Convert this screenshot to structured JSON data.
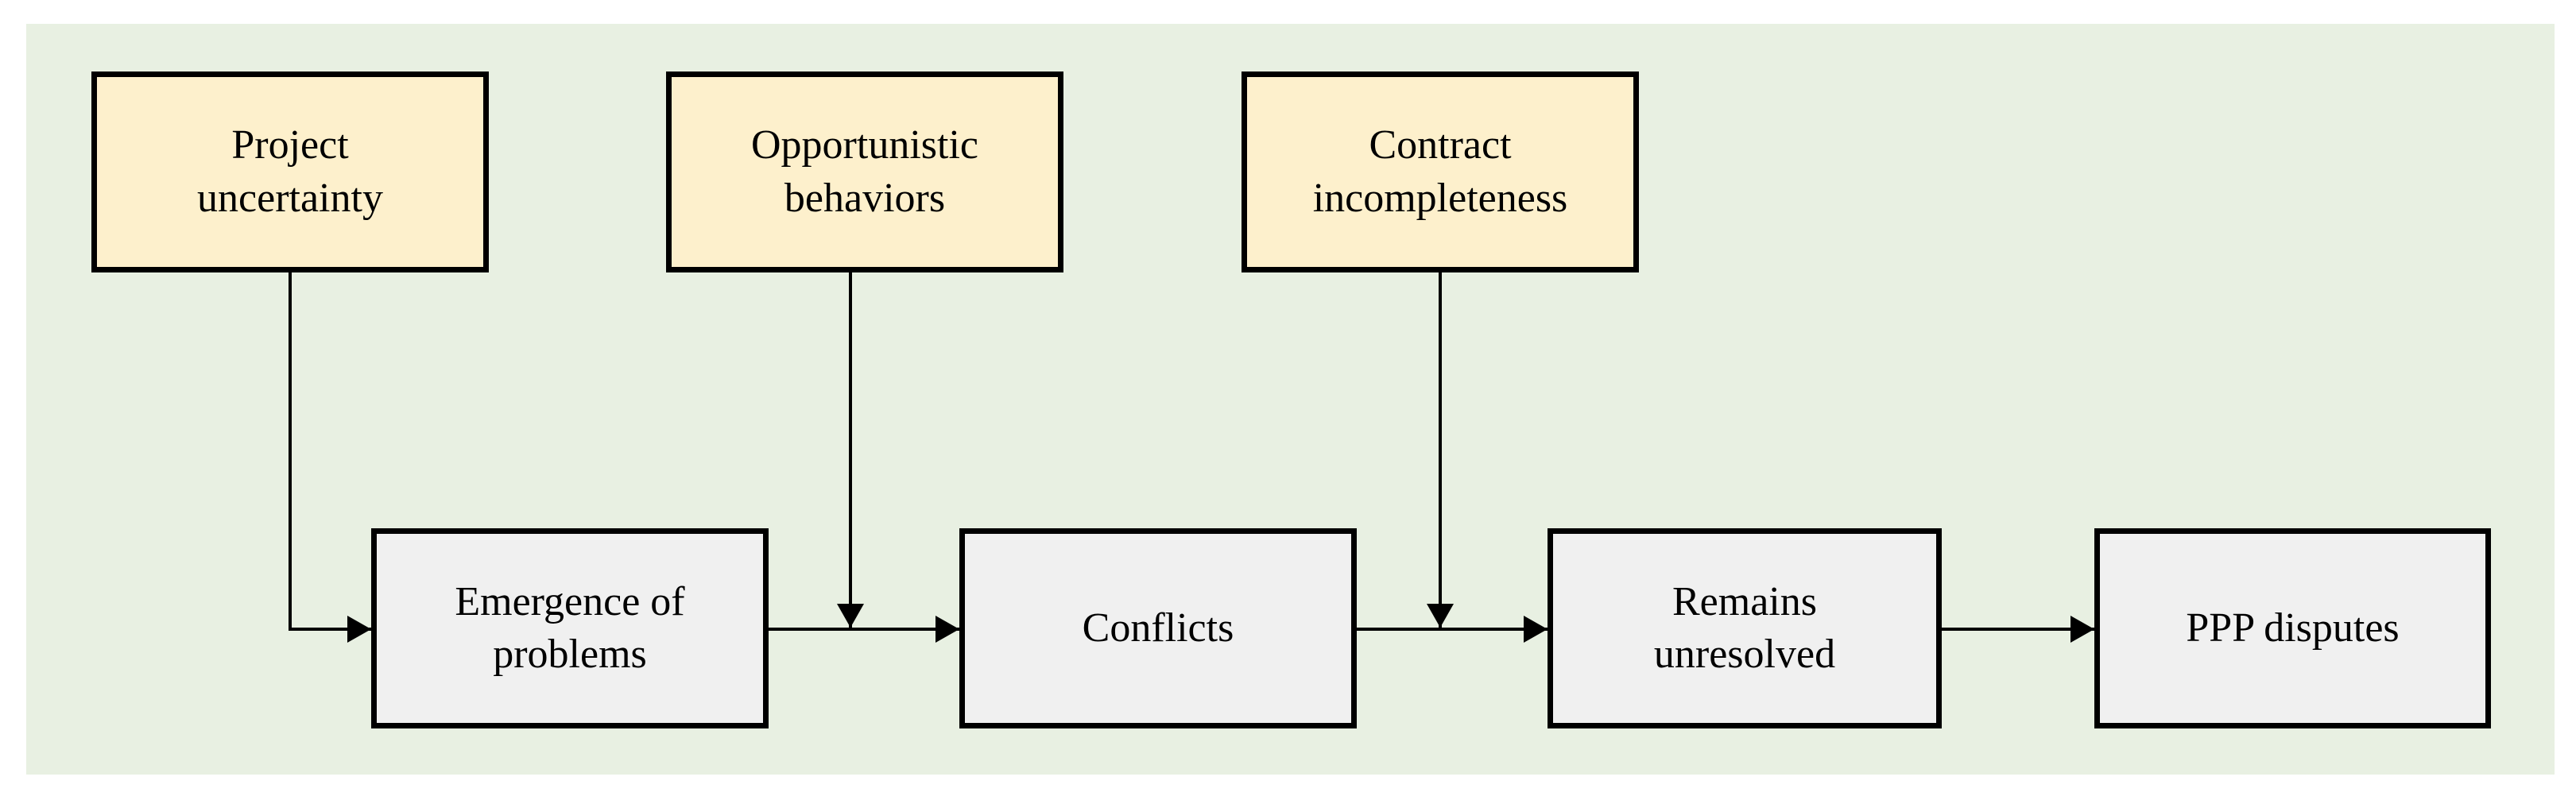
{
  "figure": {
    "type": "flowchart",
    "styles": {
      "panel_fill": "#e8f0e2",
      "cause_fill": "#fdf0cc",
      "stage_fill": "#f0f0f0",
      "border_color": "#000000",
      "arrow_color": "#000000",
      "text_color": "#000000"
    },
    "causes": [
      {
        "label": "Project\nuncertainty"
      },
      {
        "label": "Opportunistic\nbehaviors"
      },
      {
        "label": "Contract\nincompleteness"
      }
    ],
    "stages": [
      {
        "label": "Emergence of\nproblems"
      },
      {
        "label": "Conflicts"
      },
      {
        "label": "Remains\nunresolved"
      },
      {
        "label": "PPP disputes"
      }
    ],
    "edges": [
      {
        "from": "Project uncertainty",
        "to": "Emergence of problems"
      },
      {
        "from": "Opportunistic behaviors",
        "to": "Conflicts"
      },
      {
        "from": "Contract incompleteness",
        "to": "Remains unresolved"
      },
      {
        "from": "Emergence of problems",
        "to": "Conflicts"
      },
      {
        "from": "Conflicts",
        "to": "Remains unresolved"
      },
      {
        "from": "Remains unresolved",
        "to": "PPP disputes"
      }
    ]
  }
}
